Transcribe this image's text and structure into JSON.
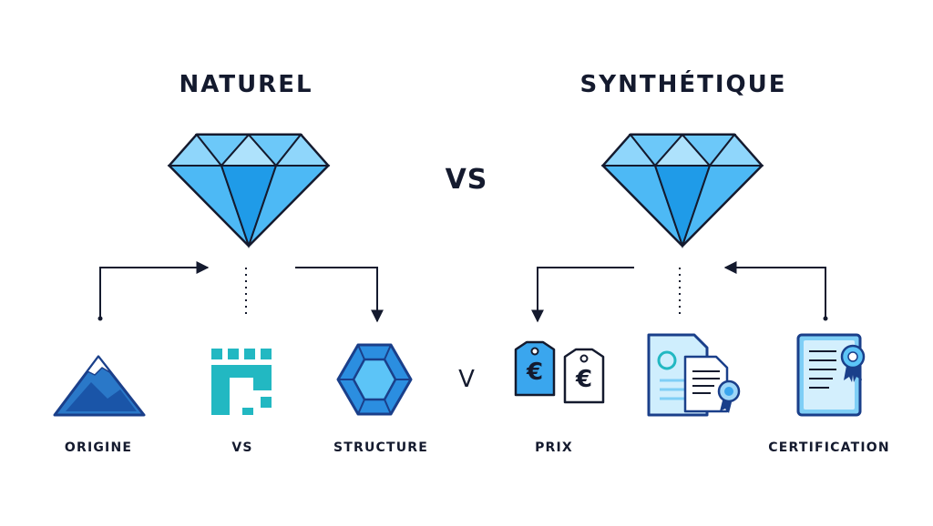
{
  "titles": {
    "left": "NATUREL",
    "right": "SYNTHÉTIQUE",
    "center": "VS",
    "middle_letter": "V"
  },
  "labels": {
    "origine": "ORIGINE",
    "vs": "VS",
    "structure": "STRUCTURE",
    "prix": "PRIX",
    "certification": "CERTIFICATION"
  },
  "price_tags": {
    "symbol": "€"
  },
  "icons": {
    "diamond_left": "diamond-icon",
    "diamond_right": "diamond-icon",
    "origine": "mountain-icon",
    "vs": "castle-icon",
    "structure": "hexagon-gem-icon",
    "prix": "price-tag-icon",
    "documents": "document-seal-icon",
    "certification": "certificate-icon"
  },
  "colors": {
    "ink": "#141a2e",
    "diamond_light": "#8fd6fb",
    "diamond_mid": "#4db9f5",
    "diamond_dark": "#1f8fe0",
    "teal": "#22b8c2",
    "navy": "#1a3f8a"
  }
}
